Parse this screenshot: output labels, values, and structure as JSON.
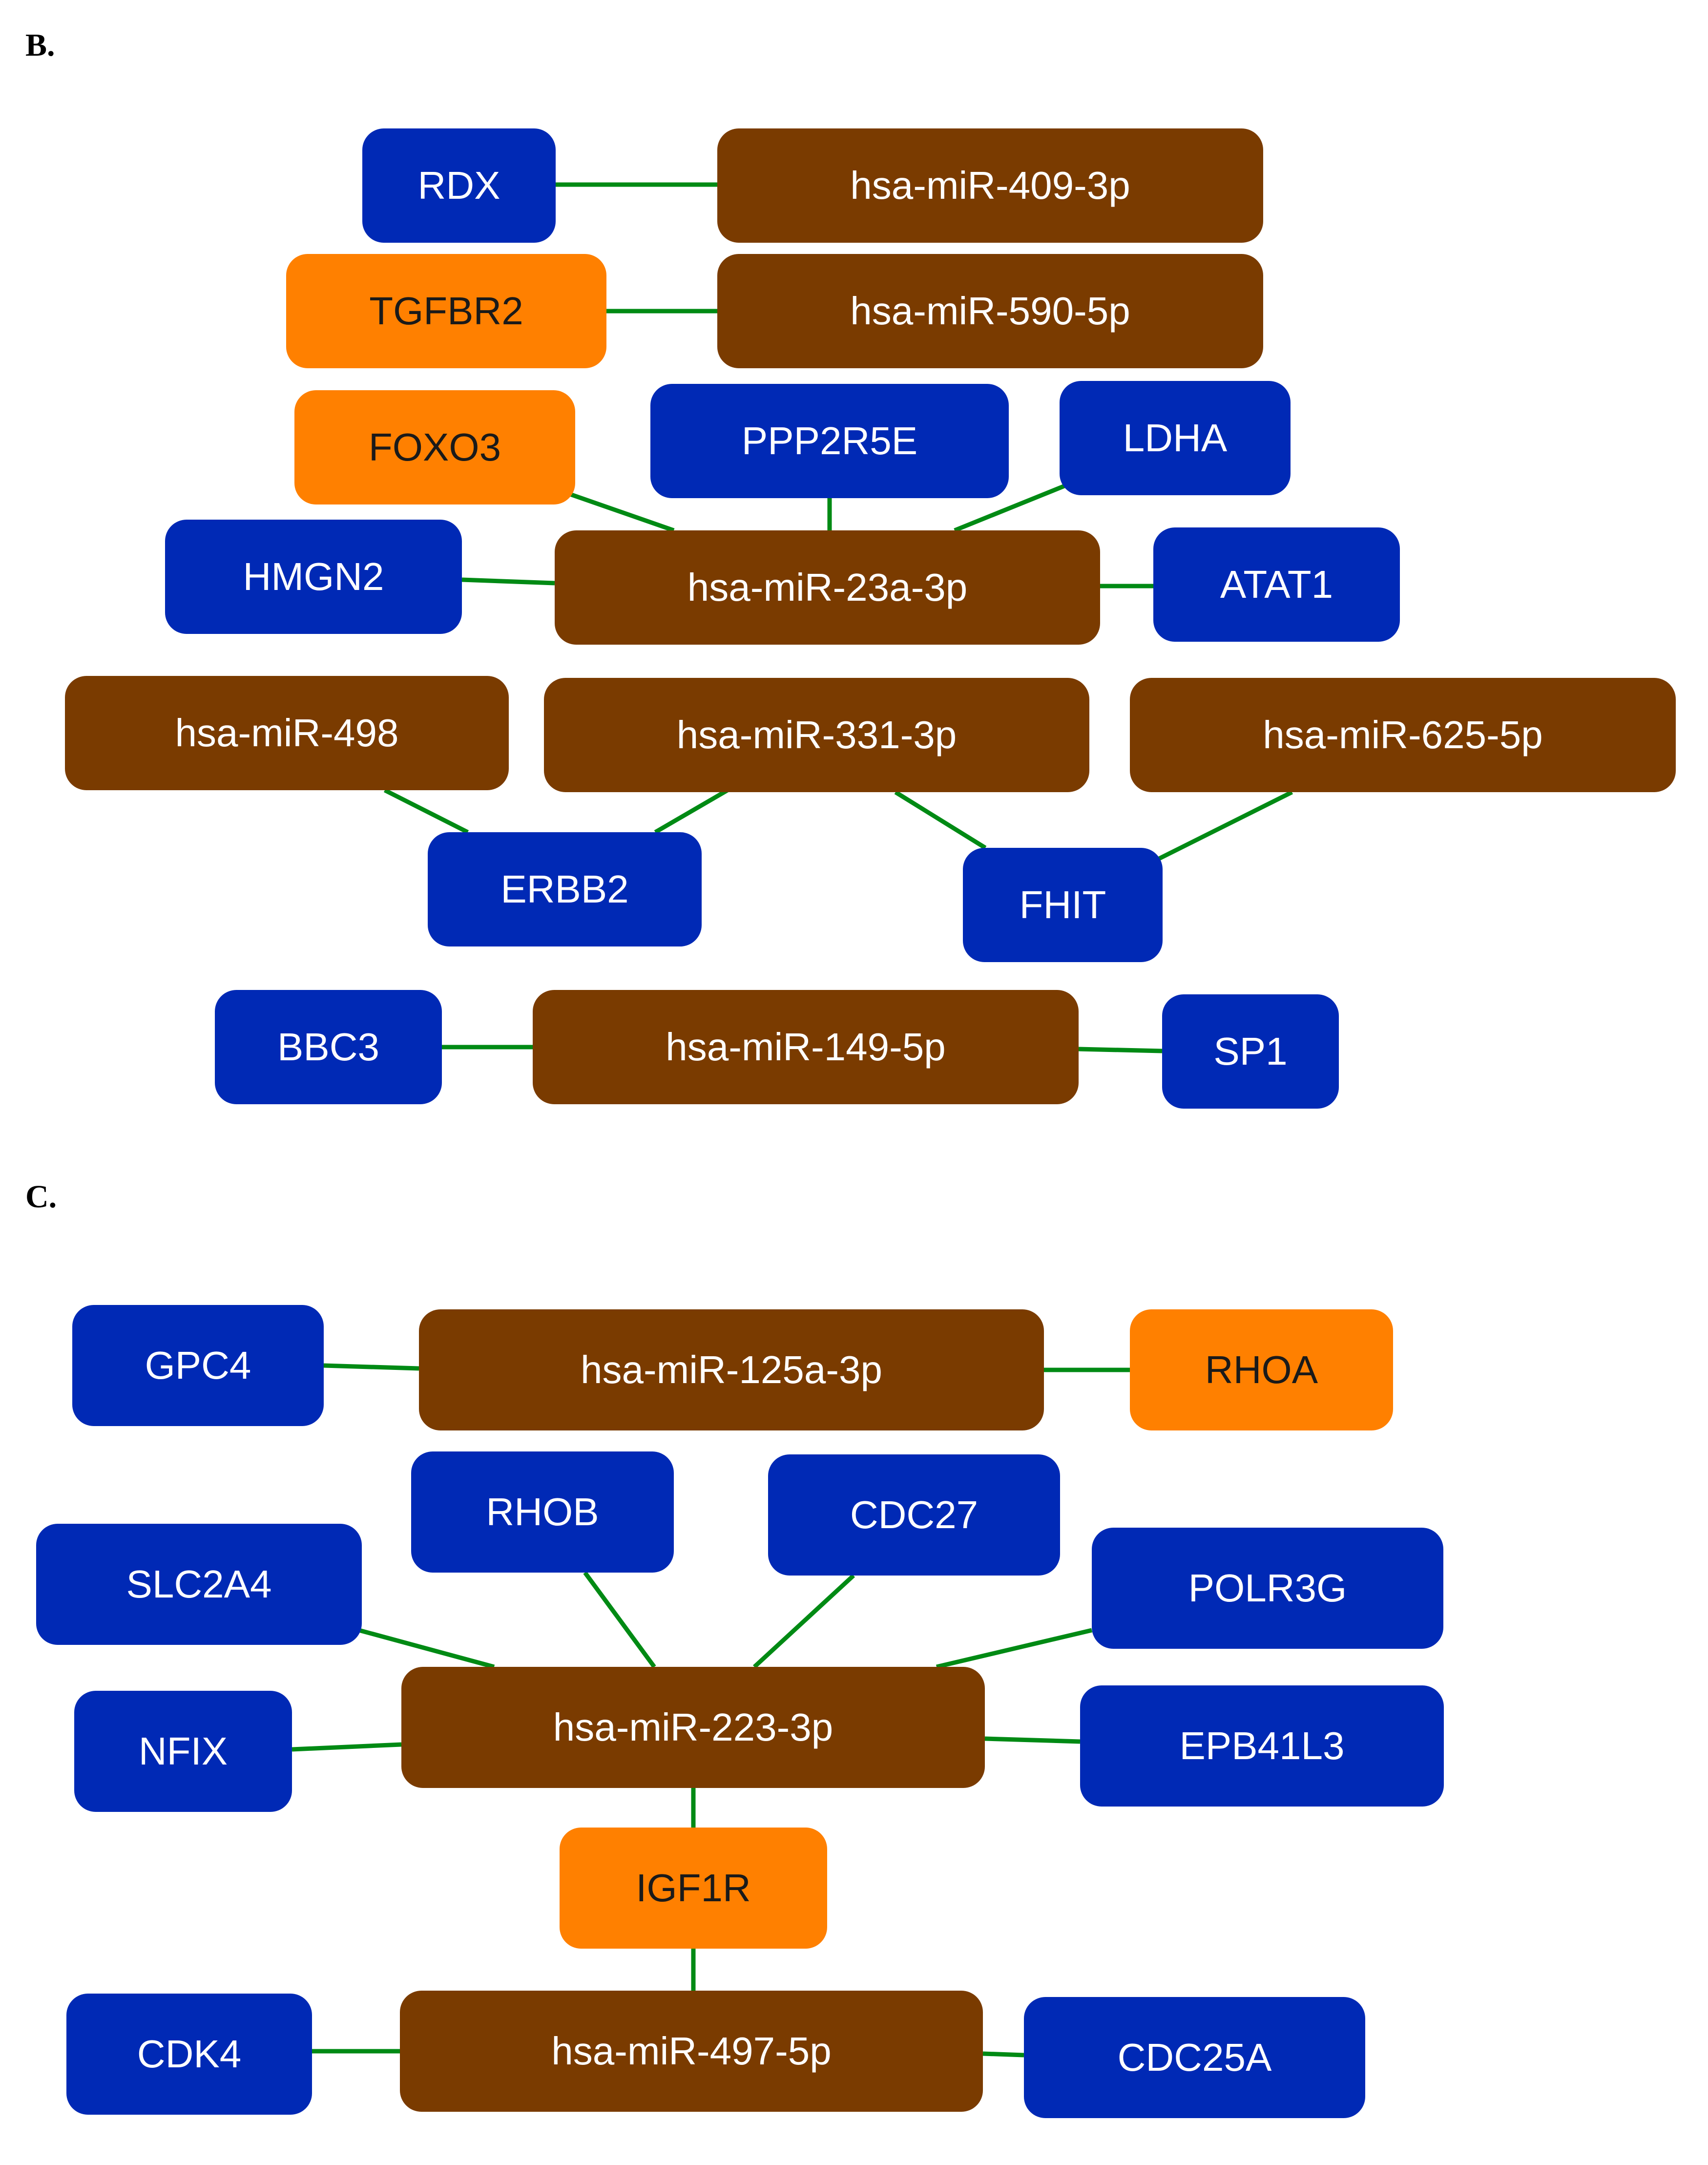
{
  "colors": {
    "mirna": "#7a3b00",
    "gene_blue": "#0029b5",
    "gene_orange": "#ff8000",
    "edge": "#008a14",
    "text_light": "#ffffff",
    "text_dark": "#1a1a1a"
  },
  "panels": [
    {
      "label": "B.",
      "nodes": [
        {
          "id": "RDX",
          "text": "RDX",
          "kind": "gene_blue"
        },
        {
          "id": "miR-409-3p",
          "text": "hsa-miR-409-3p",
          "kind": "mirna"
        },
        {
          "id": "TGFBR2",
          "text": "TGFBR2",
          "kind": "gene_orange"
        },
        {
          "id": "miR-590-5p",
          "text": "hsa-miR-590-5p",
          "kind": "mirna"
        },
        {
          "id": "FOXO3",
          "text": "FOXO3",
          "kind": "gene_orange"
        },
        {
          "id": "PPP2R5E",
          "text": "PPP2R5E",
          "kind": "gene_blue"
        },
        {
          "id": "LDHA",
          "text": "LDHA",
          "kind": "gene_blue"
        },
        {
          "id": "HMGN2",
          "text": "HMGN2",
          "kind": "gene_blue"
        },
        {
          "id": "miR-23a-3p",
          "text": "hsa-miR-23a-3p",
          "kind": "mirna"
        },
        {
          "id": "ATAT1",
          "text": "ATAT1",
          "kind": "gene_blue"
        },
        {
          "id": "miR-498",
          "text": "hsa-miR-498",
          "kind": "mirna"
        },
        {
          "id": "miR-331-3p",
          "text": "hsa-miR-331-3p",
          "kind": "mirna"
        },
        {
          "id": "miR-625-5p",
          "text": "hsa-miR-625-5p",
          "kind": "mirna"
        },
        {
          "id": "ERBB2",
          "text": "ERBB2",
          "kind": "gene_blue"
        },
        {
          "id": "FHIT",
          "text": "FHIT",
          "kind": "gene_blue"
        },
        {
          "id": "BBC3",
          "text": "BBC3",
          "kind": "gene_blue"
        },
        {
          "id": "miR-149-5p",
          "text": "hsa-miR-149-5p",
          "kind": "mirna"
        },
        {
          "id": "SP1",
          "text": "SP1",
          "kind": "gene_blue"
        }
      ],
      "edges": [
        [
          "RDX",
          "miR-409-3p"
        ],
        [
          "TGFBR2",
          "miR-590-5p"
        ],
        [
          "FOXO3",
          "miR-23a-3p"
        ],
        [
          "PPP2R5E",
          "miR-23a-3p"
        ],
        [
          "LDHA",
          "miR-23a-3p"
        ],
        [
          "HMGN2",
          "miR-23a-3p"
        ],
        [
          "ATAT1",
          "miR-23a-3p"
        ],
        [
          "miR-498",
          "ERBB2"
        ],
        [
          "miR-331-3p",
          "ERBB2"
        ],
        [
          "miR-331-3p",
          "FHIT"
        ],
        [
          "miR-625-5p",
          "FHIT"
        ],
        [
          "BBC3",
          "miR-149-5p"
        ],
        [
          "miR-149-5p",
          "SP1"
        ]
      ]
    },
    {
      "label": "C.",
      "nodes": [
        {
          "id": "GPC4",
          "text": "GPC4",
          "kind": "gene_blue"
        },
        {
          "id": "miR-125a-3p",
          "text": "hsa-miR-125a-3p",
          "kind": "mirna"
        },
        {
          "id": "RHOA",
          "text": "RHOA",
          "kind": "gene_orange"
        },
        {
          "id": "RHOB",
          "text": "RHOB",
          "kind": "gene_blue"
        },
        {
          "id": "CDC27",
          "text": "CDC27",
          "kind": "gene_blue"
        },
        {
          "id": "SLC2A4",
          "text": "SLC2A4",
          "kind": "gene_blue"
        },
        {
          "id": "POLR3G",
          "text": "POLR3G",
          "kind": "gene_blue"
        },
        {
          "id": "NFIX",
          "text": "NFIX",
          "kind": "gene_blue"
        },
        {
          "id": "miR-223-3p",
          "text": "hsa-miR-223-3p",
          "kind": "mirna"
        },
        {
          "id": "EPB41L3",
          "text": "EPB41L3",
          "kind": "gene_blue"
        },
        {
          "id": "IGF1R",
          "text": "IGF1R",
          "kind": "gene_orange"
        },
        {
          "id": "CDK4",
          "text": "CDK4",
          "kind": "gene_blue"
        },
        {
          "id": "miR-497-5p",
          "text": "hsa-miR-497-5p",
          "kind": "mirna"
        },
        {
          "id": "CDC25A",
          "text": "CDC25A",
          "kind": "gene_blue"
        }
      ],
      "edges": [
        [
          "GPC4",
          "miR-125a-3p"
        ],
        [
          "miR-125a-3p",
          "RHOA"
        ],
        [
          "RHOB",
          "miR-223-3p"
        ],
        [
          "CDC27",
          "miR-223-3p"
        ],
        [
          "SLC2A4",
          "miR-223-3p"
        ],
        [
          "POLR3G",
          "miR-223-3p"
        ],
        [
          "NFIX",
          "miR-223-3p"
        ],
        [
          "EPB41L3",
          "miR-223-3p"
        ],
        [
          "miR-223-3p",
          "IGF1R"
        ],
        [
          "IGF1R",
          "miR-497-5p"
        ],
        [
          "CDK4",
          "miR-497-5p"
        ],
        [
          "miR-497-5p",
          "CDC25A"
        ]
      ]
    }
  ]
}
